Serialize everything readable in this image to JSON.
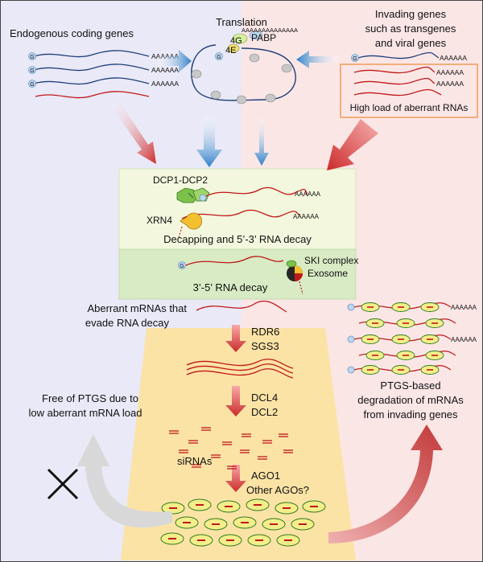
{
  "title_translation": "Translation",
  "endogenous": {
    "label": "Endogenous coding genes"
  },
  "invading": {
    "line1": "Invading genes",
    "line2": "such as transgenes",
    "line3": "and viral genes",
    "box_label": "High load of aberrant RNAs"
  },
  "translation": {
    "pabp": "PABP",
    "f4g": "4G",
    "f4e": "4E",
    "polya": "AAAAAAAAAAAAAA"
  },
  "polya": "AAAAAA",
  "cap": "G",
  "decapping": {
    "dcp": "DCP1-DCP2",
    "xrn4": "XRN4",
    "title": "Decapping and 5’-3’ RNA decay"
  },
  "decay35": {
    "title": "3’-5’ RNA decay",
    "ski": "SKI complex",
    "exosome": "Exosome"
  },
  "aberrant": {
    "line1": "Aberrant mRNAs that",
    "line2": "evade RNA decay"
  },
  "steps": {
    "rdr6": "RDR6",
    "sgs3": "SGS3",
    "dcl4": "DCL4",
    "dcl2": "DCL2",
    "sirnas": "siRNAs",
    "ago1": "AGO1",
    "other_agos": "Other AGOs?"
  },
  "free": {
    "line1": "Free of PTGS due to",
    "line2": "low aberrant mRNA load"
  },
  "ptgs": {
    "line1": "PTGS-based",
    "line2": "degradation of mRNAs",
    "line3": "from invading genes"
  },
  "colors": {
    "left_bg": "#e9e9f7",
    "right_bg": "#fbe6e6",
    "decap_box": "#f3f7dd",
    "decay35_box": "#d8ebc4",
    "funnel": "#fbe3a6",
    "blue_line": "#1f3f7a",
    "red_line": "#c01818",
    "blue_arrow": "#2e7fc7",
    "red_arrow": "#cc2b2b",
    "orange_box": "#f0a060",
    "grey_arrow": "#d8d8d8",
    "ago_fill": "#f3ee8a",
    "green_enzyme": "#7cc24a"
  }
}
